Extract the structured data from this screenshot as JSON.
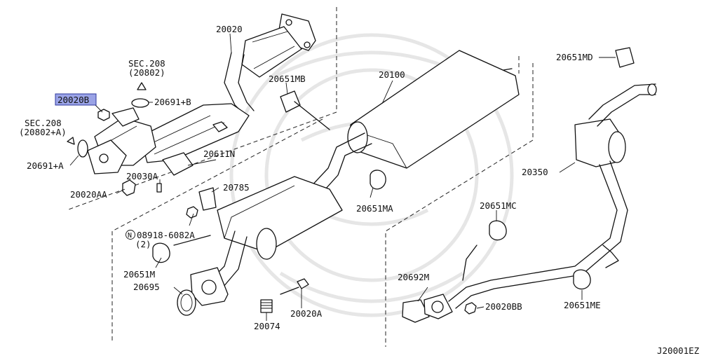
{
  "diagram": {
    "code": "J20001EZ",
    "highlighted_part": "20020B",
    "labels": {
      "p20020": "20020",
      "p20020B": "20020B",
      "sec208_a": "SEC.208",
      "sec208_a_ref": "(20802)",
      "p20691B": "20691+B",
      "sec208_b": "SEC.208",
      "sec208_b_ref": "(20802+A)",
      "p20691A": "20691+A",
      "p20611N": "20611N",
      "p20030A": "20030A",
      "p20020AA": "20020AA",
      "p20651MB": "20651MB",
      "p20100": "20100",
      "p20651MA": "20651MA",
      "p20785": "20785",
      "n_symbol": "N",
      "p08918": "08918-6082A",
      "qty2": "(2)",
      "p20651M": "20651M",
      "p20695": "20695",
      "p20074": "20074",
      "p20020A": "20020A",
      "p20651MD": "20651MD",
      "p20350": "20350",
      "p20651MC": "20651MC",
      "p20692M": "20692M",
      "p20020BB": "20020BB",
      "p20651ME": "20651ME"
    }
  }
}
